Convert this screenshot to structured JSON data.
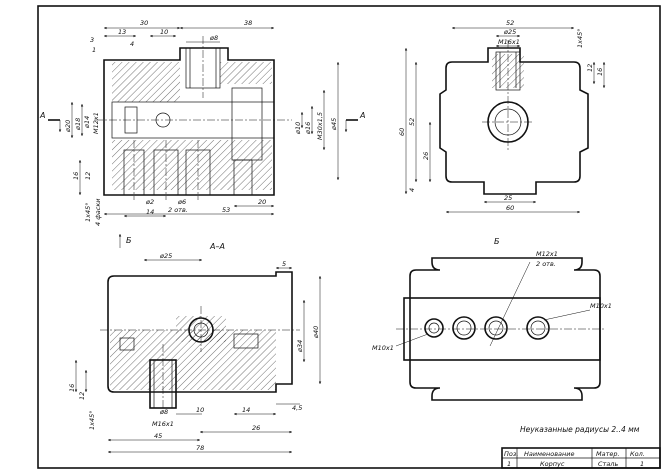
{
  "views": {
    "front": {
      "section_label": "A",
      "dims": {
        "d_30": "30",
        "d_38": "38",
        "d_13": "13",
        "d_10": "10",
        "d_3": "3",
        "d_4": "4",
        "d_1": "1",
        "d_d8": "ø8",
        "d_d20": "ø20",
        "d_d18": "ø18",
        "d_d14": "ø14",
        "d_m12x1": "M12x1",
        "d_d10": "ø10",
        "d_d16": "ø16",
        "d_m30x1_5": "M30x1,5",
        "d_d45": "ø45",
        "d_16": "16",
        "d_12": "12",
        "d_d2": "ø2",
        "d_d6": "ø6",
        "d_2otv": "2 отв.",
        "d_14": "14",
        "d_53": "53",
        "d_20": "20",
        "d_chamfer": "1x45°",
        "d_4faski": "4 фаски"
      }
    },
    "side": {
      "dims": {
        "d_52": "52",
        "d_d25": "ø25",
        "d_m16x1": "M16x1",
        "d_1x45": "1x45°",
        "d_12": "12",
        "d_16": "16",
        "d_52v": "52",
        "d_60v": "60",
        "d_26": "26",
        "d_4": "4",
        "d_25": "25",
        "d_60": "60"
      }
    },
    "section": {
      "title": "А–А",
      "view_label": "Б",
      "dims": {
        "d_d25": "ø25",
        "d_5": "5",
        "d_d40": "ø40",
        "d_d34": "ø34",
        "d_16": "16",
        "d_12": "12",
        "d_1x45": "1x45°",
        "d_d8": "ø8",
        "d_10": "10",
        "d_14": "14",
        "d_m16x1": "M16x1",
        "d_4_5": "4,5",
        "d_26": "26",
        "d_45": "45",
        "d_78": "78"
      }
    },
    "bottom": {
      "title": "Б",
      "labels": {
        "m12": "M12x1",
        "m12_count": "2 отв.",
        "m10_right": "M10x1",
        "m10_left": "M10x1"
      }
    }
  },
  "note": "Неуказанные радиусы 2..4 мм",
  "title_block": {
    "headers": [
      "Поз.",
      "Наименование",
      "Матер.",
      "Кол."
    ],
    "row": [
      "1",
      "Корпус",
      "Сталь",
      "1"
    ]
  }
}
